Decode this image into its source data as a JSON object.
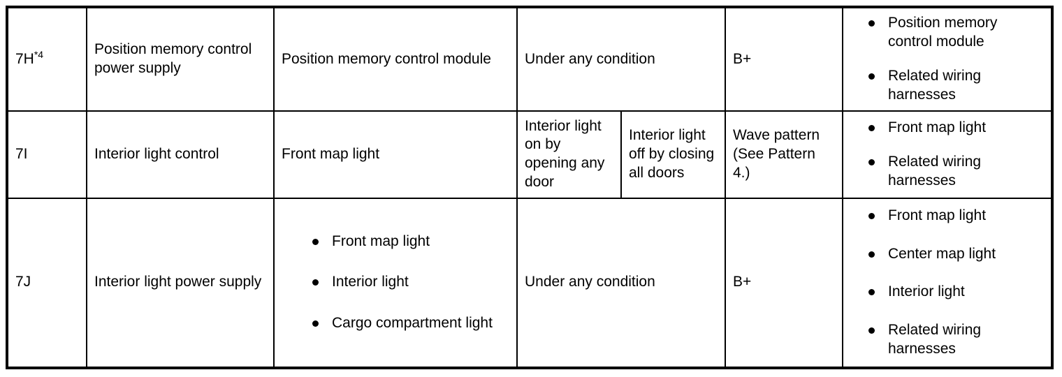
{
  "document": {
    "type": "specification-table",
    "border_color": "#000000",
    "background_color": "#ffffff",
    "text_color": "#000000"
  },
  "table": {
    "rows": [
      {
        "code": "7H",
        "code_footnote": "*4",
        "name": "Position memory control power supply",
        "component": "Position memory control module",
        "condition": "Under any condition",
        "condition_split": false,
        "signal": "B+",
        "related_parts": [
          "Position memory control module",
          "Related wiring harnesses"
        ]
      },
      {
        "code": "7I",
        "code_footnote": "",
        "name": "Interior light control",
        "component": "Front map light",
        "condition_split": true,
        "condition_a": "Interior light on by opening any door",
        "condition_b": "Interior light off by closing all doors",
        "signal": "Wave pattern (See Pattern 4.)",
        "related_parts": [
          "Front map light",
          "Related wiring harnesses"
        ]
      },
      {
        "code": "7J",
        "code_footnote": "",
        "name": "Interior light power supply",
        "component_list": [
          "Front map light",
          "Interior light",
          "Cargo compartment light"
        ],
        "condition": "Under any condition",
        "condition_split": false,
        "signal": "B+",
        "related_parts": [
          "Front map light",
          "Center map light",
          "Interior light",
          "Related wiring harnesses"
        ]
      }
    ]
  }
}
